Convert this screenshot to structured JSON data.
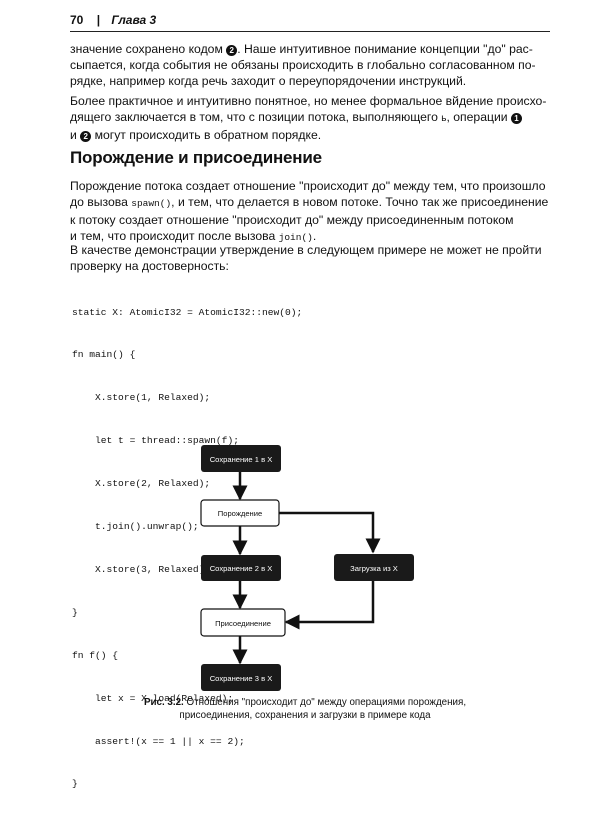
{
  "running_head": {
    "page_number": "70",
    "separator": "|",
    "chapter": "Глава 3"
  },
  "paragraph1": {
    "line1_a": "значение сохранено кодом ",
    "marker": "2",
    "line1_b": ". Наше интуитивное понимание концепции \"до\" рас-",
    "line2": "сыпается, когда события не обязаны происходить в глобально согласованном по-",
    "line3": "рядке, например когда речь заходит о переупорядочении инструкций."
  },
  "paragraph2": {
    "line1": "Более практичное и интуитивно понятное, но менее формальное вйдение происхо-",
    "line2_a": "дящего заключается в том, что с позиции потока, выполняющего ",
    "line2_b": ", операции ",
    "thread_glyph": "ь",
    "marker1": "1",
    "line3_a": "и ",
    "marker2": "2",
    "line3_b": " могут происходить в обратном порядке."
  },
  "section_heading": "Порождение и присоединение",
  "paragraph3": {
    "line1": "Порождение потока создает отношение \"происходит до\" между тем, что произошло",
    "line2_a": "до вызова ",
    "spawn_code": "spawn()",
    "line2_b": ", и тем, что делается в новом потоке. Точно так же присоединение",
    "line3": "к потоку создает отношение \"происходит до\" между присоединенным потоком",
    "line4_a": "и тем, что происходит после вызова ",
    "join_code": "join()",
    "line4_b": "."
  },
  "paragraph4": {
    "line1": "В качестве демонстрации утверждение в следующем примере не может не пройти",
    "line2": "проверку на достоверность:"
  },
  "code_lines": [
    "static X: AtomicI32 = AtomicI32::new(0);",
    "fn main() {",
    "    X.store(1, Relaxed);",
    "    let t = thread::spawn(f);",
    "    X.store(2, Relaxed);",
    "    t.join().unwrap();",
    "    X.store(3, Relaxed);",
    "}",
    "fn f() {",
    "    let x = X.load(Relaxed);",
    "    assert!(x == 1 || x == 2);",
    "}"
  ],
  "diagram": {
    "nodes": {
      "store1": "Сохранение 1 в X",
      "spawn": "Порождение",
      "store2": "Сохранение 2 в X",
      "load": "Загрузка из X",
      "join": "Присоединение",
      "store3": "Сохранение 3 в X"
    }
  },
  "caption": {
    "label": "Рис. 3.2.",
    "line1": " Отношения \"происходит до\" между операциями порождения,",
    "line2": "присоединения, сохранения и загрузки в примере кода"
  },
  "colors": {
    "dark_node": "#1a1a1a",
    "light_node": "#ffffff",
    "text": "#111111"
  }
}
